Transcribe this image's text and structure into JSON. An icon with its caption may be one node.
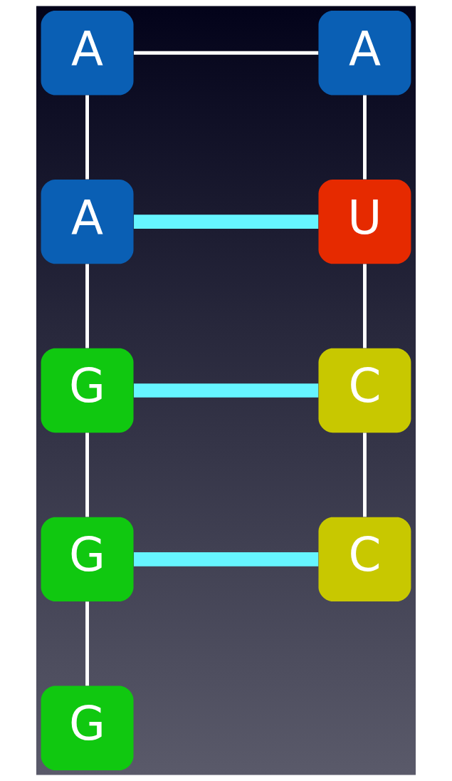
{
  "diagram": {
    "nodes": [
      {
        "text": [
          "A"
        ]
      },
      {
        "text": [
          "A"
        ]
      },
      {
        "text": [
          "A"
        ]
      },
      {
        "text": [
          "U"
        ]
      },
      {
        "text": [
          "G"
        ]
      },
      {
        "text": [
          "C"
        ]
      },
      {
        "text": [
          "G"
        ]
      },
      {
        "text": [
          "C"
        ]
      },
      {
        "text": [
          "G"
        ]
      }
    ],
    "edges": [
      {
        "from": 0,
        "to": 1,
        "arrow": "none"
      },
      {
        "from": 0,
        "to": 2,
        "arrow": "none"
      },
      {
        "from": 1,
        "to": 3,
        "arrow": "none"
      },
      {
        "from": 2,
        "to": 3,
        "arrow": "none",
        "style": "thick",
        "color": "#66f5ff"
      },
      {
        "from": 2,
        "to": 4,
        "arrow": "none"
      },
      {
        "from": 3,
        "to": 5,
        "arrow": "none"
      },
      {
        "from": 4,
        "to": 5,
        "arrow": "none",
        "style": "thick",
        "color": "#66f5ff"
      },
      {
        "from": 4,
        "to": 6,
        "arrow": "none"
      },
      {
        "from": 5,
        "to": 7,
        "arrow": "none"
      },
      {
        "from": 6,
        "to": 7,
        "arrow": "none",
        "style": "thick",
        "color": "#66f5ff"
      },
      {
        "from": 6,
        "to": 8,
        "arrow": "none"
      }
    ]
  }
}
